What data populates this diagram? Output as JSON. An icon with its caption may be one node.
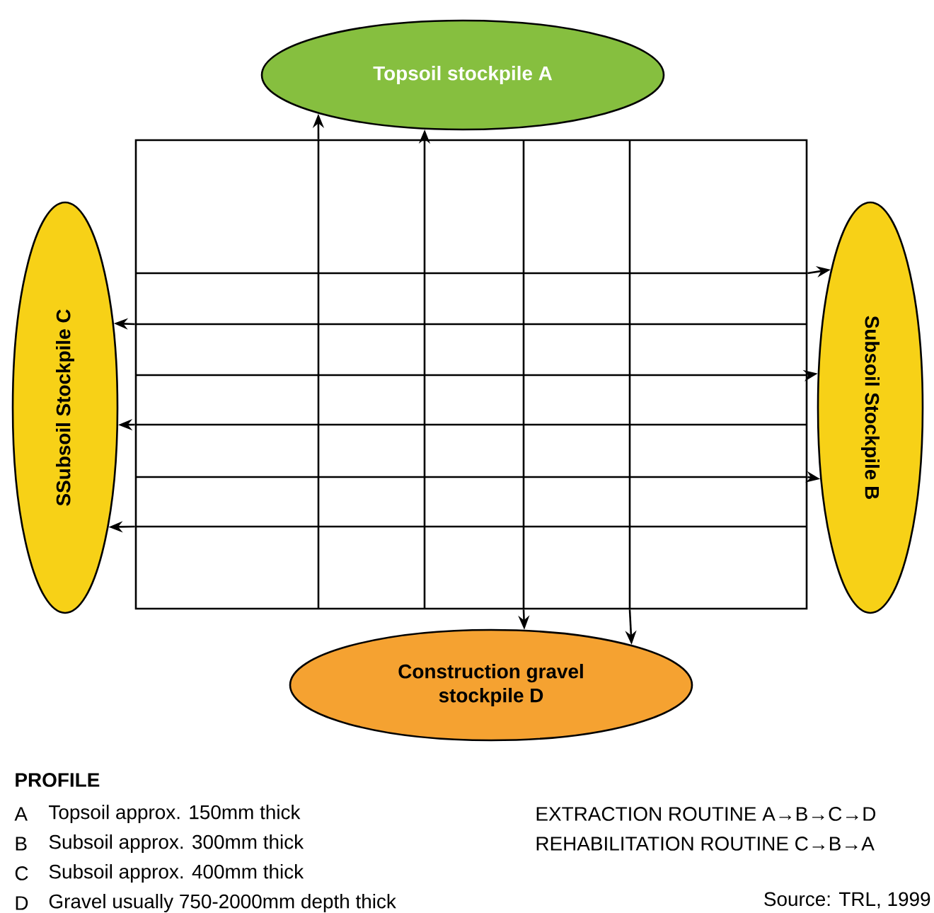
{
  "diagram": {
    "nodes": [
      {
        "text": [
          "Topsoil stockpile A"
        ]
      },
      {
        "text": [
          "Subsoil Stockpile B"
        ]
      },
      {
        "text": [
          "SSubsoil Stockpile C"
        ]
      },
      {
        "text": [
          "Construction gravel stockpile D"
        ]
      },
      {
        "text": [],
        "shape": "box"
      }
    ],
    "edges": [
      {
        "from": 4,
        "to": 0,
        "arrow": "to"
      },
      {
        "from": 4,
        "to": 0,
        "arrow": "to"
      },
      {
        "from": 4,
        "to": 1,
        "arrow": "to"
      },
      {
        "from": 4,
        "to": 2,
        "arrow": "to"
      },
      {
        "from": 4,
        "to": 1,
        "arrow": "to"
      },
      {
        "from": 4,
        "to": 2,
        "arrow": "to"
      },
      {
        "from": 4,
        "to": 1,
        "arrow": "to"
      },
      {
        "from": 4,
        "to": 2,
        "arrow": "to"
      },
      {
        "from": 4,
        "to": 3,
        "arrow": "to"
      },
      {
        "from": 4,
        "to": 3,
        "arrow": "to"
      }
    ],
    "labels": [
      "PROFILE",
      "A",
      "Topsoil approx. 150mm thick",
      "EXTRACTION ROUTINE A→B→C→D",
      "B",
      "Subsoil approx. 300mm thick",
      "REHABILITATION ROUTINE C→B→A",
      "C",
      "Subsoil approx. 400mm thick",
      "D",
      "Gravel usually 750-2000mm depth thick",
      "Source: TRL, 1999"
    ]
  }
}
